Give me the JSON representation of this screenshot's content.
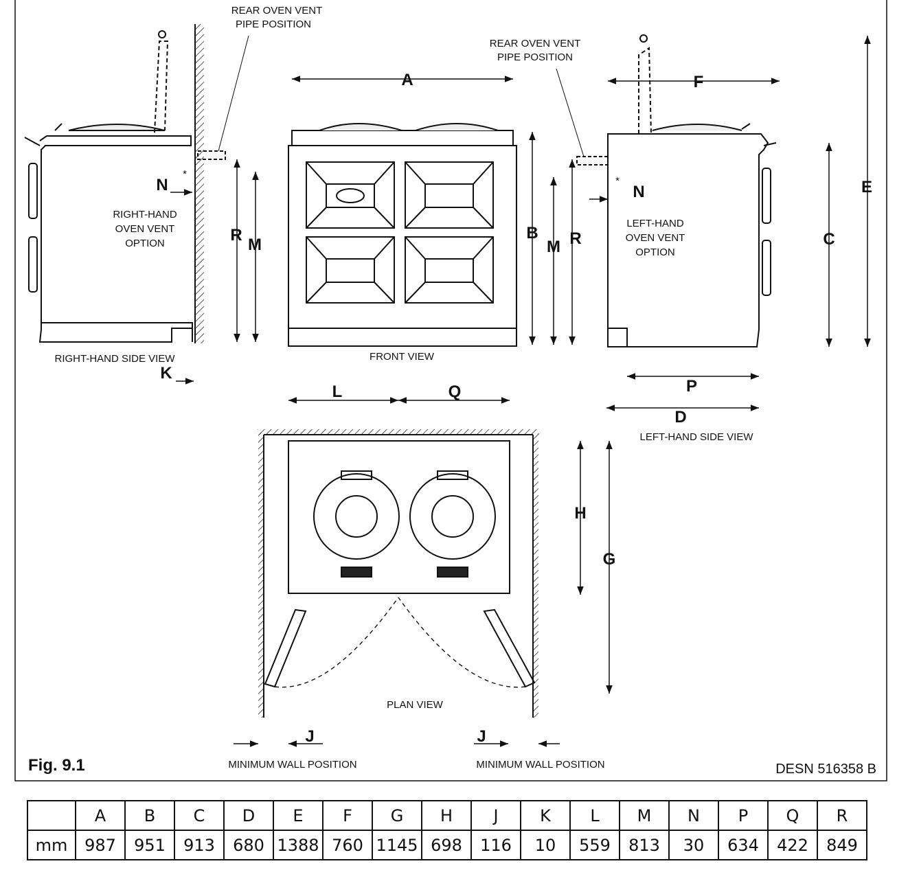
{
  "figure": {
    "caption": "Fig. 9.1",
    "drawing_ref": "DESN 516358 B",
    "views": {
      "right_side": "RIGHT-HAND SIDE VIEW",
      "front": "FRONT VIEW",
      "left_side": "LEFT-HAND SIDE VIEW",
      "plan": "PLAN VIEW"
    },
    "notes": {
      "rear_vent_1": "REAR OVEN VENT",
      "rear_vent_2": "PIPE POSITION",
      "rh_option_1": "RIGHT-HAND",
      "rh_option_2": "OVEN VENT",
      "rh_option_3": "OPTION",
      "lh_option_1": "LEFT-HAND",
      "lh_option_2": "OVEN VENT",
      "lh_option_3": "OPTION",
      "min_wall": "MINIMUM WALL POSITION",
      "asterisk": "*"
    },
    "letters": {
      "A": "A",
      "B": "B",
      "C": "C",
      "D": "D",
      "E": "E",
      "F": "F",
      "G": "G",
      "H": "H",
      "J": "J",
      "K": "K",
      "L": "L",
      "M": "M",
      "N": "N",
      "P": "P",
      "Q": "Q",
      "R": "R"
    }
  },
  "table": {
    "header_blank": "",
    "unit": "mm",
    "columns": [
      "A",
      "B",
      "C",
      "D",
      "E",
      "F",
      "G",
      "H",
      "J",
      "K",
      "L",
      "M",
      "N",
      "P",
      "Q",
      "R"
    ],
    "values": [
      "987",
      "951",
      "913",
      "680",
      "1388",
      "760",
      "1145",
      "698",
      "116",
      "10",
      "559",
      "813",
      "30",
      "634",
      "422",
      "849"
    ]
  }
}
